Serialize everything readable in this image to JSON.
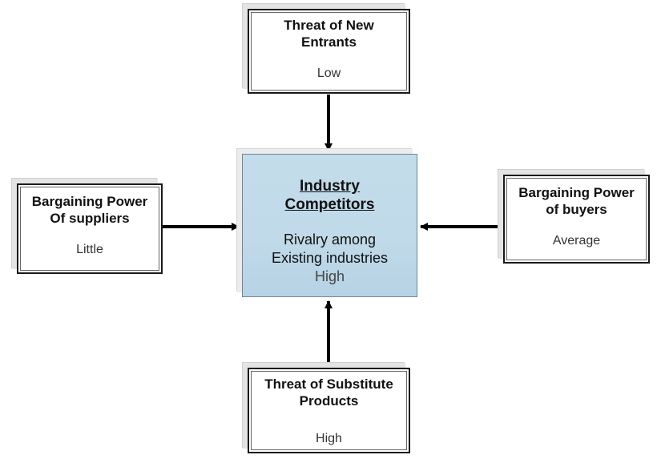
{
  "boxes": {
    "new_entrants": {
      "title_line1": "Threat of New",
      "title_line2": "Entrants",
      "value": "Low"
    },
    "suppliers": {
      "title_line1": "Bargaining Power",
      "title_line2": "Of suppliers",
      "value": "Little"
    },
    "buyers": {
      "title_line1": "Bargaining Power",
      "title_line2": "of buyers",
      "value": "Average"
    },
    "substitutes": {
      "title_line1": "Threat of Substitute",
      "title_line2": "Products",
      "value": "High"
    },
    "center": {
      "title_line1": "Industry",
      "title_line2": "Competitors",
      "body_line1": "Rivalry among",
      "body_line2": "Existing industries",
      "value": "High",
      "fill_color": "#c3dceb"
    }
  }
}
